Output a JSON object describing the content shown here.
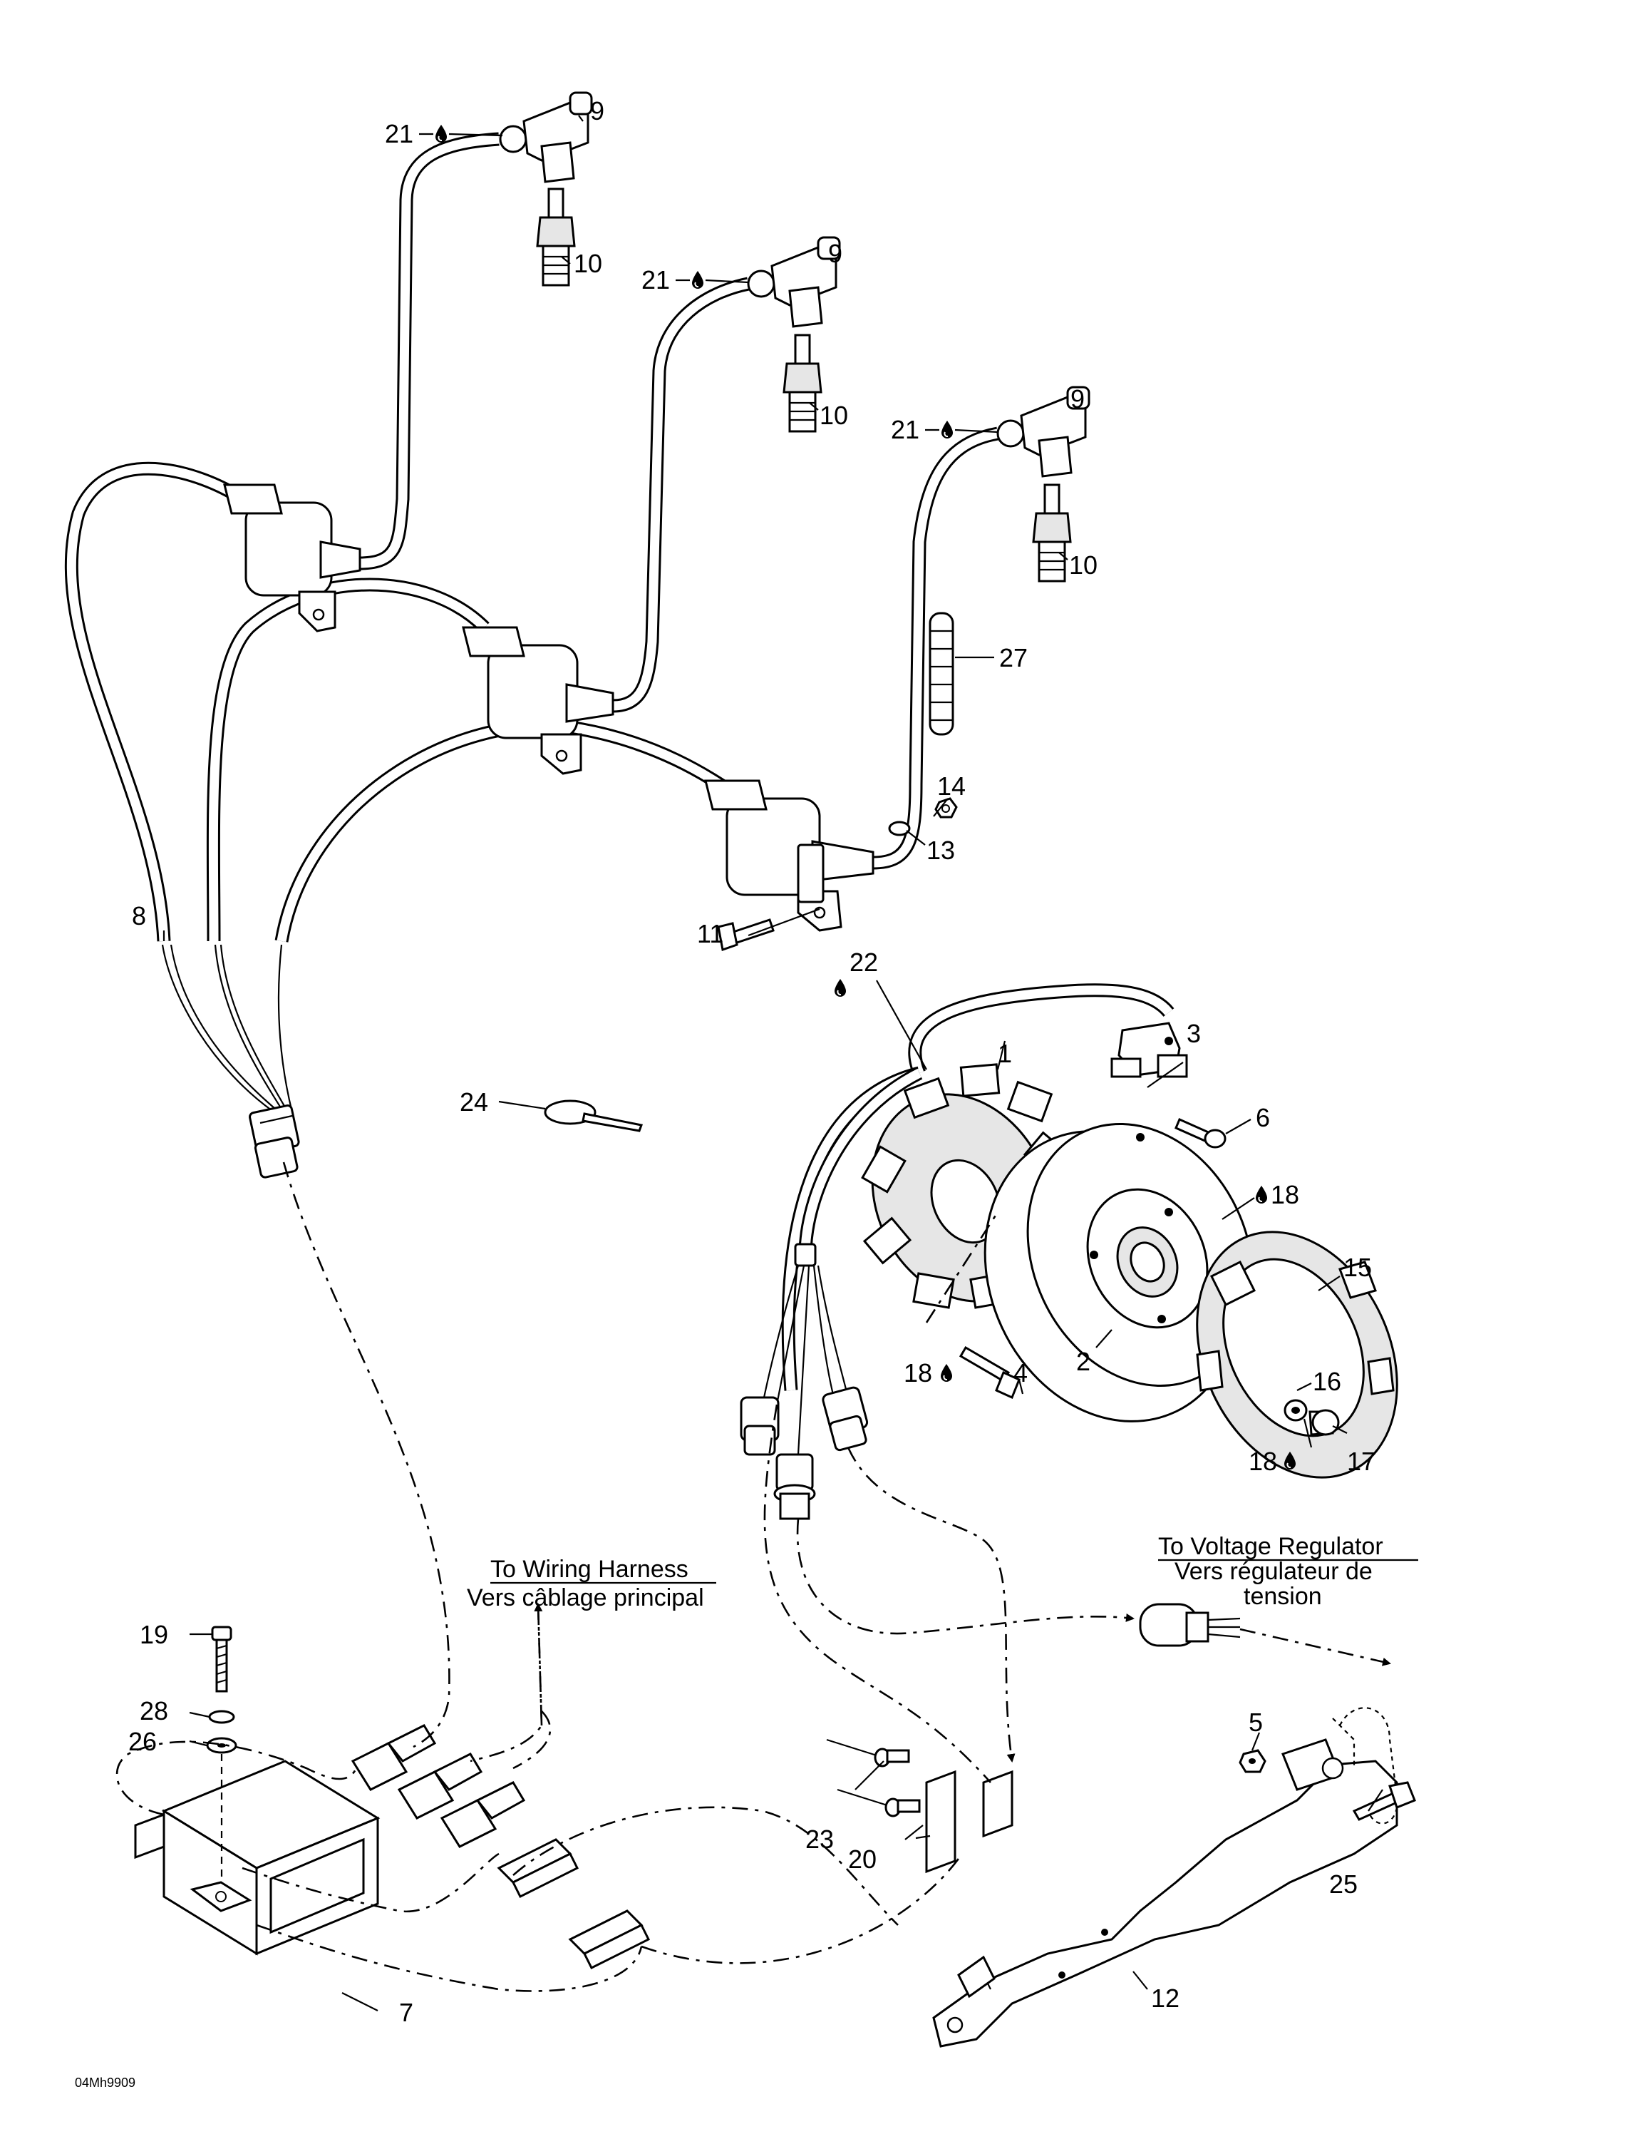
{
  "diagram": {
    "code": "04Mh9909",
    "notes": {
      "wiring_harness_en": "To Wiring Harness",
      "wiring_harness_fr": "Vers câblage principal",
      "voltage_regulator_en": "To Voltage Regulator",
      "voltage_regulator_fr_1": "Vers régulateur de",
      "voltage_regulator_fr_2": "tension"
    },
    "callouts": {
      "c1": "1",
      "c2": "2",
      "c3": "3",
      "c4": "4",
      "c5": "5",
      "c6": "6",
      "c7": "7",
      "c8": "8",
      "c9": "9",
      "c10": "10",
      "c11": "11",
      "c12": "12",
      "c13": "13",
      "c14": "14",
      "c15": "15",
      "c16": "16",
      "c17": "17",
      "c18": "18",
      "c19": "19",
      "c20": "20",
      "c21": "21",
      "c22": "22",
      "c23": "23",
      "c24": "24",
      "c25": "25",
      "c26": "26",
      "c27": "27",
      "c28": "28"
    },
    "icons": {
      "lubricant": "drop-icon"
    }
  }
}
